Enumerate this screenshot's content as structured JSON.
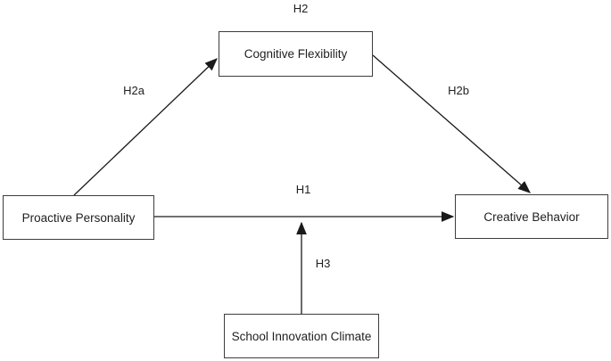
{
  "diagram": {
    "type": "conceptual-path-model",
    "nodes": [
      {
        "id": "cognitive-flexibility",
        "label": "Cognitive Flexibility"
      },
      {
        "id": "proactive-personality",
        "label": "Proactive Personality"
      },
      {
        "id": "creative-behavior",
        "label": "Creative Behavior"
      },
      {
        "id": "school-innovation-climate",
        "label": "School Innovation Climate"
      }
    ],
    "edges": [
      {
        "id": "h1",
        "label": "H1",
        "from": "proactive-personality",
        "to": "creative-behavior",
        "style": "direct-horizontal-arrow"
      },
      {
        "id": "h2",
        "label": "H2",
        "from": "proactive-personality",
        "to": "creative-behavior",
        "style": "mediation-path-label",
        "via": "cognitive-flexibility"
      },
      {
        "id": "h2a",
        "label": "H2a",
        "from": "proactive-personality",
        "to": "cognitive-flexibility",
        "style": "diagonal-up-arrow"
      },
      {
        "id": "h2b",
        "label": "H2b",
        "from": "cognitive-flexibility",
        "to": "creative-behavior",
        "style": "diagonal-down-arrow"
      },
      {
        "id": "h3",
        "label": "H3",
        "from": "school-innovation-climate",
        "to": "h1-path",
        "style": "vertical-up-arrow"
      }
    ],
    "colors": {
      "background": "#ffffff",
      "box_border": "#3d3d3d",
      "box_fill": "#ffffff",
      "line": "#1a1a1a",
      "text": "#1f1f1f"
    }
  }
}
